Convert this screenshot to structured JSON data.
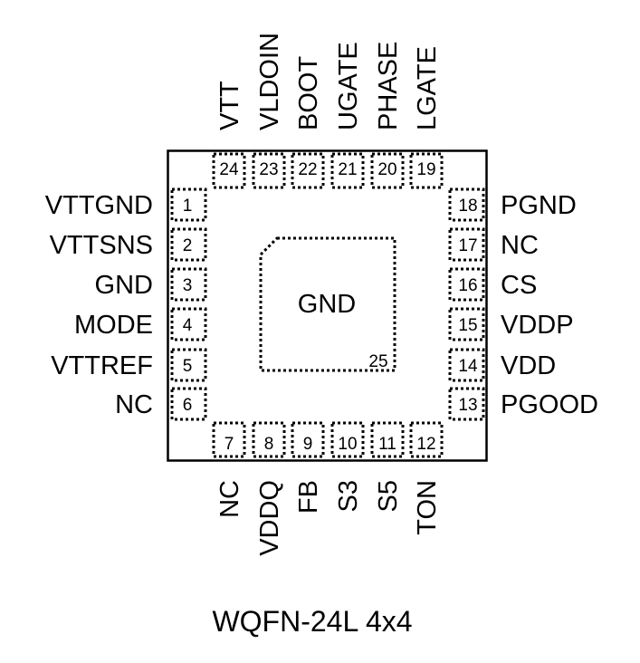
{
  "package": {
    "caption": "WQFN-24L 4x4",
    "exposed_pad": {
      "label": "GND",
      "number": "25"
    }
  },
  "pins": {
    "left": [
      {
        "number": "1",
        "name": "VTTGND"
      },
      {
        "number": "2",
        "name": "VTTSNS"
      },
      {
        "number": "3",
        "name": "GND"
      },
      {
        "number": "4",
        "name": "MODE"
      },
      {
        "number": "5",
        "name": "VTTREF"
      },
      {
        "number": "6",
        "name": "NC"
      }
    ],
    "bottom": [
      {
        "number": "7",
        "name": "NC"
      },
      {
        "number": "8",
        "name": "VDDQ"
      },
      {
        "number": "9",
        "name": "FB"
      },
      {
        "number": "10",
        "name": "S3"
      },
      {
        "number": "11",
        "name": "S5"
      },
      {
        "number": "12",
        "name": "TON"
      }
    ],
    "right": [
      {
        "number": "13",
        "name": "PGOOD"
      },
      {
        "number": "14",
        "name": "VDD"
      },
      {
        "number": "15",
        "name": "VDDP"
      },
      {
        "number": "16",
        "name": "CS"
      },
      {
        "number": "17",
        "name": "NC"
      },
      {
        "number": "18",
        "name": "PGND"
      }
    ],
    "top": [
      {
        "number": "19",
        "name": "LGATE"
      },
      {
        "number": "20",
        "name": "PHASE"
      },
      {
        "number": "21",
        "name": "UGATE"
      },
      {
        "number": "22",
        "name": "BOOT"
      },
      {
        "number": "23",
        "name": "VLDOIN"
      },
      {
        "number": "24",
        "name": "VTT"
      }
    ]
  }
}
